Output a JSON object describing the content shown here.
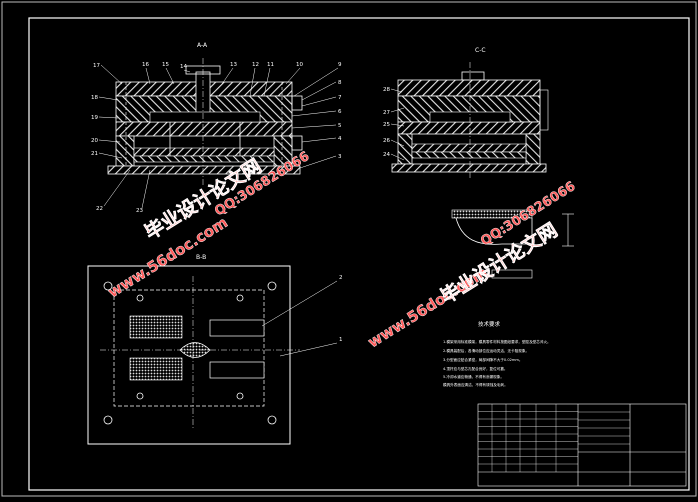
{
  "drawing": {
    "section_labels": {
      "top_left": "A-A",
      "plan": "B-B",
      "right_view": "C-C"
    },
    "balloons_left": [
      "17",
      "18",
      "19",
      "20",
      "21",
      "22",
      "23"
    ],
    "balloons_top": [
      "16",
      "15",
      "14",
      "13",
      "12",
      "11",
      "10",
      "9"
    ],
    "balloons_right": [
      "8",
      "7",
      "6",
      "5",
      "4",
      "3"
    ],
    "balloons_right_view": [
      "28",
      "27",
      "25",
      "26",
      "24"
    ],
    "balloons_plan": [
      "2",
      "1"
    ],
    "tech_requirements_title": "技术要求",
    "tech_requirements_lines": [
      "1.模架采用标准模架，模具零件材料按图纸要求，型腔及型芯淬火。",
      "2.模具装配后，各滑动部位应运动灵活，无卡阻现象。",
      "3.分型面应贴合紧密，局部间隙不大于0.02mm。",
      "4.顶杆应与型芯孔配合良好，复位可靠。",
      "5.冷却水道应畅通，不得有渗漏现象。",
      "模具外表面应清洁，不得有锈蚀及毛刺。"
    ]
  },
  "watermarks": [
    {
      "text": "毕业设计论文网",
      "color": "#ff5a5a"
    },
    {
      "text": "www.56doc.com",
      "color": "#ff5a5a"
    },
    {
      "text": "QQ:306826066",
      "color": "#ff5a5a"
    },
    {
      "text": "www.56doc.com",
      "color": "#ff5a5a"
    },
    {
      "text": "QQ:306826066",
      "color": "#ff5a5a"
    },
    {
      "text": "毕业设计论文网",
      "color": "#ff5a5a"
    }
  ]
}
